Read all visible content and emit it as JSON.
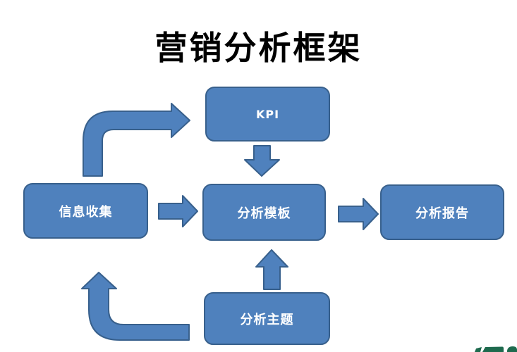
{
  "title": {
    "text": "营销分析框架"
  },
  "diagram": {
    "nodes": [
      {
        "id": "kpi",
        "label": "KPI"
      },
      {
        "id": "info-collection",
        "label": "信息收集"
      },
      {
        "id": "analysis-template",
        "label": "分析模板"
      },
      {
        "id": "analysis-report",
        "label": "分析报告"
      },
      {
        "id": "analysis-topic",
        "label": "分析主题"
      }
    ],
    "edges": [
      {
        "from": "info-collection",
        "to": "kpi",
        "shape": "elbow-up-then-right"
      },
      {
        "from": "kpi",
        "to": "analysis-template",
        "shape": "straight-down"
      },
      {
        "from": "info-collection",
        "to": "analysis-template",
        "shape": "straight-right"
      },
      {
        "from": "analysis-template",
        "to": "analysis-report",
        "shape": "straight-right"
      },
      {
        "from": "analysis-topic",
        "to": "analysis-template",
        "shape": "straight-up"
      },
      {
        "from": "analysis-topic",
        "to": "info-collection",
        "shape": "elbow-left-then-up"
      }
    ]
  },
  "watermark": {
    "description": "partial green logo fragment clipped at bottom-right corner"
  },
  "colors": {
    "background": "#ffffff",
    "title_text": "#000000",
    "node_fill": "#4f81bd",
    "node_border": "#38608c",
    "node_text": "#ffffff",
    "logo_green": "#1e6a4e"
  }
}
